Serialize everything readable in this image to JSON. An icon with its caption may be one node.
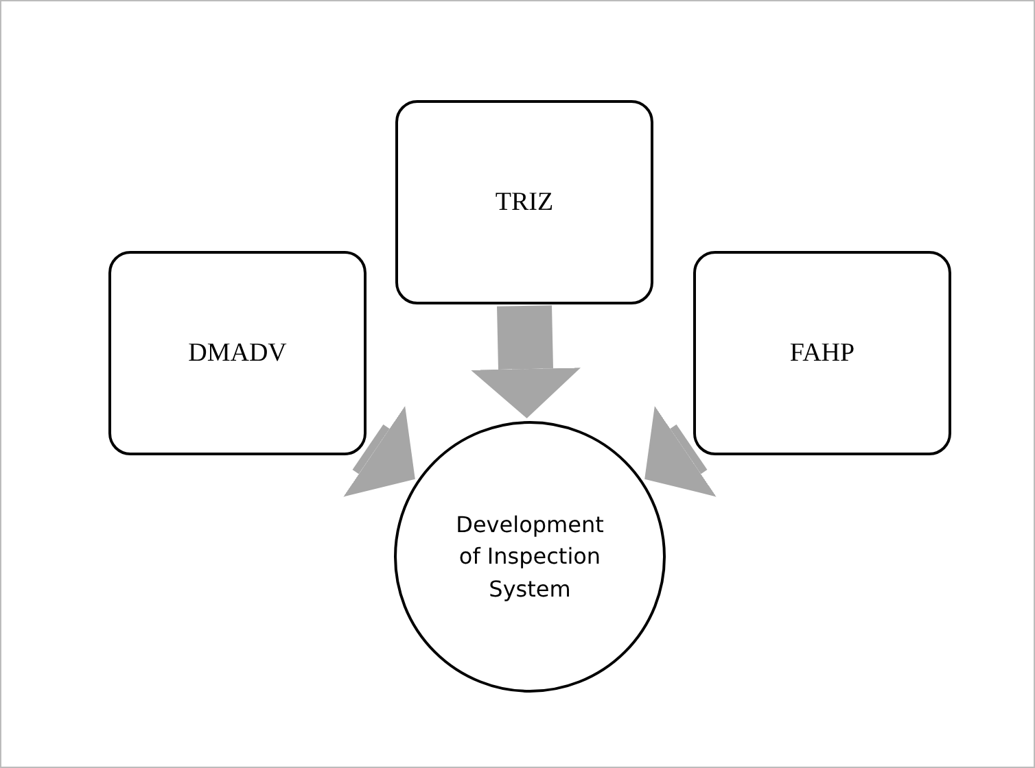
{
  "diagram": {
    "nodes": [
      {
        "text": [
          "TRIZ"
        ]
      },
      {
        "text": [
          "DMADV"
        ]
      },
      {
        "text": [
          "FAHP"
        ]
      },
      {
        "text": [
          "Development of Inspection System"
        ]
      }
    ],
    "edges": [
      {
        "from": 0,
        "to": 3,
        "arrow": "to"
      },
      {
        "from": 1,
        "to": 3,
        "arrow": "to"
      },
      {
        "from": 2,
        "to": 3,
        "arrow": "to"
      }
    ]
  }
}
